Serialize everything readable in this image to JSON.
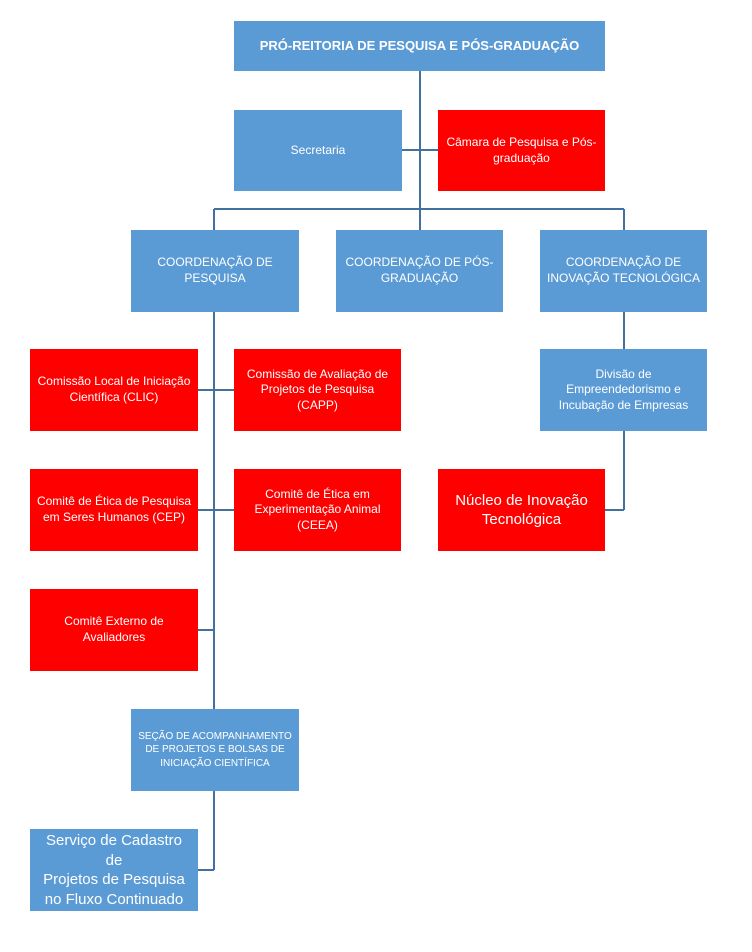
{
  "org_chart": {
    "pro_reitoria": "PRÓ-REITORIA DE PESQUISA E PÓS-GRADUAÇÃO",
    "secretaria": "Secretaria",
    "camara": "Câmara de Pesquisa e Pós-\ngraduação",
    "coord_pesquisa": "COORDENAÇÃO DE\nPESQUISA",
    "coord_pos": "COORDENAÇÃO DE PÓS-\nGRADUAÇÃO",
    "coord_inovacao": "COORDENAÇÃO DE\nINOVAÇÃO TECNOLÓGICA",
    "clic": "Comissão Local de Iniciação\nCientífica (CLIC)",
    "capp": "Comissão de Avaliação de\nProjetos de Pesquisa (CAPP)",
    "cep": "Comitê de Ética de Pesquisa\nem Seres Humanos (CEP)",
    "ceea": "Comitê de Ética em\nExperimentação Animal\n(CEEA)",
    "comite_externo": "Comitê Externo de\nAvaliadores",
    "secao": "SEÇÃO DE ACOMPANHAMENTO\nDE PROJETOS E BOLSAS DE\nINICIAÇÃO CIENTÍFICA",
    "servico": "Serviço de Cadastro de\nProjetos de Pesquisa\nno Fluxo Continuado",
    "divisao": "Divisão de\nEmpreendedorismo e\nIncubação de Empresas",
    "nucleo": "Núcleo de Inovação\nTecnológica"
  },
  "colors": {
    "blue": "#5B9BD5",
    "red": "#FF0000",
    "connector": "#41719C"
  }
}
